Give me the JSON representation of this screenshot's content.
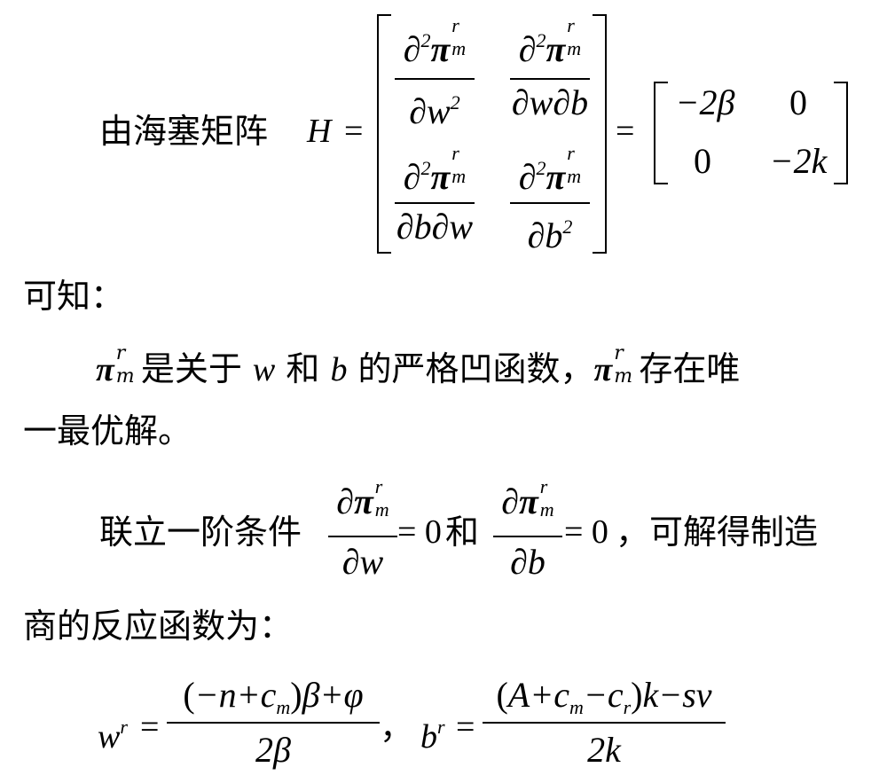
{
  "para1": {
    "lead": "由海塞矩阵",
    "H": "H",
    "eq": "=",
    "matrix1": {
      "d2": "∂",
      "sup2": "2",
      "pi": "π",
      "r": "r",
      "m": "m",
      "den_ww": "∂w",
      "den_wb": "∂w∂b",
      "den_bw": "∂b∂w",
      "den_bb": "∂b"
    },
    "eq2": "=",
    "matrix2": {
      "a11": "−2β",
      "a12": "0",
      "a21": "0",
      "a22": "−2k"
    }
  },
  "para2": {
    "text": "可知："
  },
  "para3": {
    "pi": "π",
    "r": "r",
    "m": "m",
    "text1": " 是关于 ",
    "w": "w",
    "text2": " 和 ",
    "b": "b",
    "text3": " 的严格凹函数，",
    "text4": " 存在唯",
    "line2": "一最优解。"
  },
  "para4": {
    "lead": "联立一阶条件",
    "d": "∂",
    "pi": "π",
    "r": "r",
    "m": "m",
    "den1": "∂w",
    "eq1": "= 0",
    "and": " 和",
    "den2": "∂b",
    "eq2": "= 0",
    "tail": "，可解得制造",
    "line2": "商的反应函数为："
  },
  "para5": {
    "w": "w",
    "r": "r",
    "eq": "=",
    "num1a": "(",
    "num1b": "−n+c",
    "num1m": "m",
    "num1c": ")",
    "num1d": "β+φ",
    "den1": "2β",
    "comma": "，",
    "b": "b",
    "num2a": "(",
    "num2b": "A+c",
    "num2m": "m",
    "num2c": "−c",
    "num2r": "r",
    "num2d": ")",
    "num2e": "k−sv",
    "den2": "2k"
  }
}
